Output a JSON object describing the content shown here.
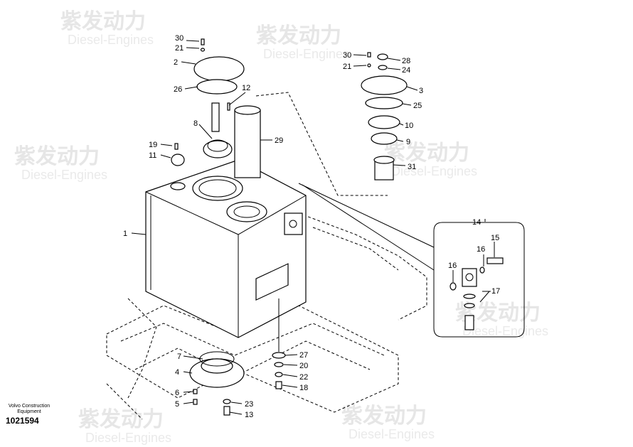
{
  "watermark": {
    "brand_cn": "紫发动力",
    "brand_en": "Diesel-Engines"
  },
  "caption": {
    "line1": "Volvo Construction",
    "line2": "Equipment",
    "drawing_number": "1021594"
  },
  "part_labels": {
    "p1": "1",
    "p2": "2",
    "p3": "3",
    "p4": "4",
    "p5": "5",
    "p6": "6",
    "p7": "7",
    "p8": "8",
    "p9": "9",
    "p10": "10",
    "p11": "11",
    "p12": "12",
    "p13": "13",
    "p14": "14",
    "p15": "15",
    "p16a": "16",
    "p16b": "16",
    "p17": "17",
    "p18": "18",
    "p19": "19",
    "p20": "20",
    "p21a": "21",
    "p21b": "21",
    "p22": "22",
    "p23": "23",
    "p24": "24",
    "p25": "25",
    "p26": "26",
    "p27": "27",
    "p28": "28",
    "p29": "29",
    "p30a": "30",
    "p30b": "30",
    "p31": "31"
  }
}
